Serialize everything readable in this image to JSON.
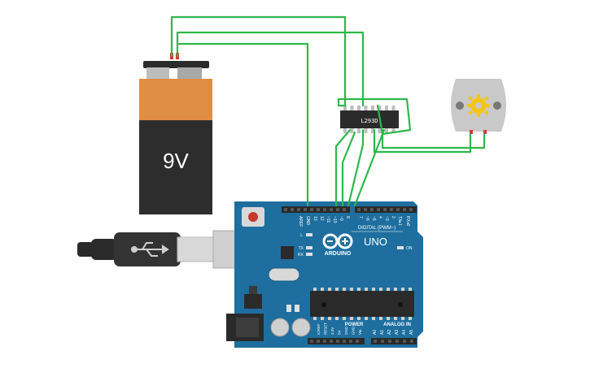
{
  "battery": {
    "label": "9V"
  },
  "motor_driver": {
    "label": "L293D"
  },
  "arduino": {
    "logo_text": "ARDUINO",
    "model": "UNO",
    "digital_header_label": "DIGITAL (PWM~)",
    "power_label": "POWER",
    "analog_label": "ANALOG IN",
    "on_label": "ON",
    "led_l_label": "L",
    "led_tx_label": "TX",
    "led_rx_label": "RX",
    "top_pin_labels": [
      "AREF",
      "GND",
      "13",
      "12",
      "~11",
      "~10",
      "~9",
      "8",
      "7",
      "~6",
      "~5",
      "4",
      "~3",
      "2",
      "TX▸1",
      "RX◂0"
    ],
    "power_pin_labels": [
      "IOREF",
      "RESET",
      "3.3V",
      "5V",
      "GND",
      "GND",
      "Vin"
    ],
    "analog_pin_labels": [
      "A0",
      "A1",
      "A2",
      "A3",
      "A4",
      "A5"
    ]
  },
  "colors": {
    "wire": "#2db84b",
    "arduino_board": "#1e6f9f",
    "battery_top": "#e08d45",
    "battery_bottom": "#2d2d2d",
    "chip": "#2b2b2b",
    "motor_body": "#c9c9c9",
    "motor_gear": "#f5c518",
    "terminal_red": "#d23a2a"
  },
  "icons": {
    "usb_symbol": "usb-icon",
    "motor_gear": "gear-icon",
    "arduino_logo": "infinity-logo-icon"
  }
}
